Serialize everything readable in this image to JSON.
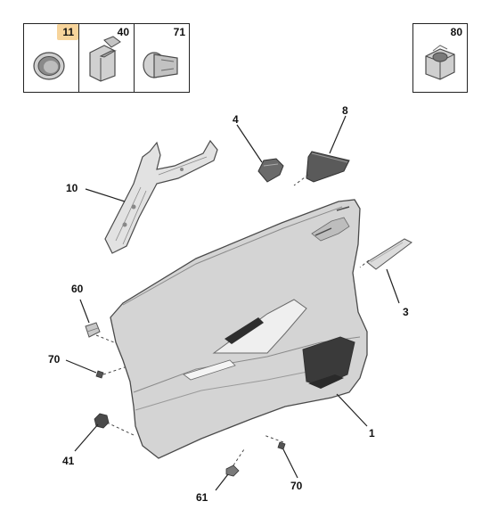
{
  "kit_parts": [
    {
      "ref": "11",
      "icon": "grommet-icon",
      "highlighted": true
    },
    {
      "ref": "40",
      "icon": "clip-icon",
      "highlighted": false
    },
    {
      "ref": "71",
      "icon": "push-pin-icon",
      "highlighted": false
    }
  ],
  "nut_part": {
    "ref": "80",
    "icon": "nut-icon"
  },
  "callouts": {
    "c1": "1",
    "c3": "3",
    "c4": "4",
    "c8": "8",
    "c10": "10",
    "c41": "41",
    "c60": "60",
    "c61": "61",
    "c70_left": "70",
    "c70_bottom": "70"
  },
  "colors": {
    "highlight": "#f7d49b",
    "part_fill": "#d8d8d8",
    "part_stroke": "#4a4a4a"
  }
}
